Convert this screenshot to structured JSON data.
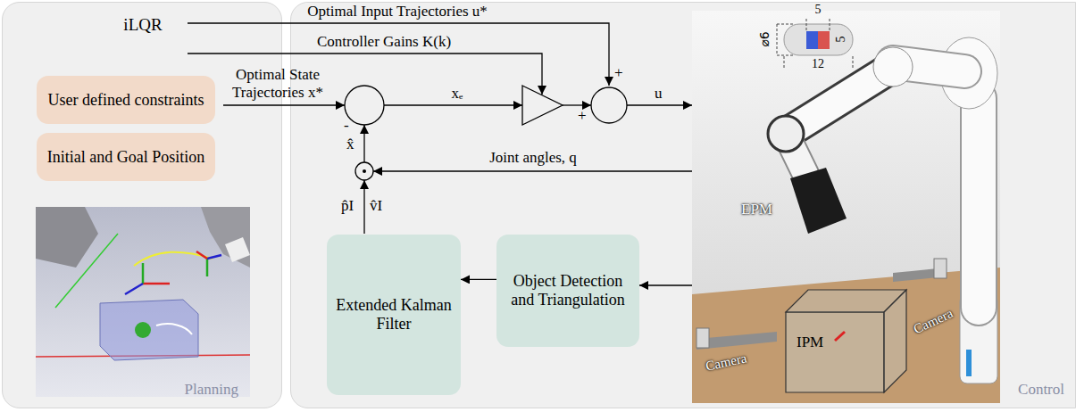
{
  "diagram": {
    "nodes": [
      {
        "text": [
          "iLQR",
          "Planning"
        ]
      },
      {
        "text": [
          "User defined constraints"
        ],
        "in": 0
      },
      {
        "text": [
          "Initial and Goal Position"
        ],
        "in": 0
      },
      {
        "text": [
          "Control"
        ]
      },
      {
        "text": [
          "Extended Kalman Filter"
        ],
        "in": 3
      },
      {
        "text": [
          "Object Detection and Triangulation"
        ],
        "in": 3
      }
    ],
    "edges": [
      {
        "from": 5,
        "to": 4,
        "arrow": "to"
      }
    ],
    "labels": [
      "Optimal Input Trajectories u*",
      "Controller Gains K(k)",
      "Optimal State Trajectories x*",
      "xₑ",
      "+",
      "+",
      "u",
      "-",
      "x̂",
      "Joint angles, q",
      "p̂I",
      "v̂I",
      "5",
      "5",
      "⌀6",
      "12",
      "EPM",
      "IPM",
      "Camera",
      "Camera"
    ]
  }
}
